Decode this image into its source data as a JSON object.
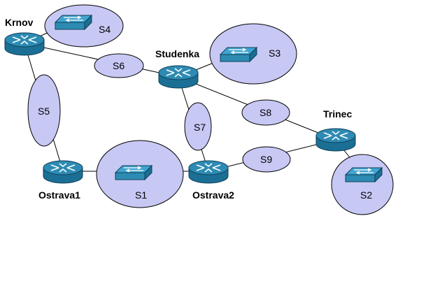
{
  "routers": {
    "krnov": "Krnov",
    "studenka": "Studenka",
    "trinec": "Trinec",
    "ostrava1": "Ostrava1",
    "ostrava2": "Ostrava2"
  },
  "segments": {
    "s1": "S1",
    "s2": "S2",
    "s3": "S3",
    "s4": "S4",
    "s5": "S5",
    "s6": "S6",
    "s7": "S7",
    "s8": "S8",
    "s9": "S9"
  },
  "colors": {
    "segment_fill": "#c8c8f5",
    "router_top": "#2d8bb3",
    "router_side": "#1c6f94",
    "switch_fill": "#2d8bb3"
  },
  "icons": {
    "router": "router-icon",
    "switch": "switch-icon"
  }
}
